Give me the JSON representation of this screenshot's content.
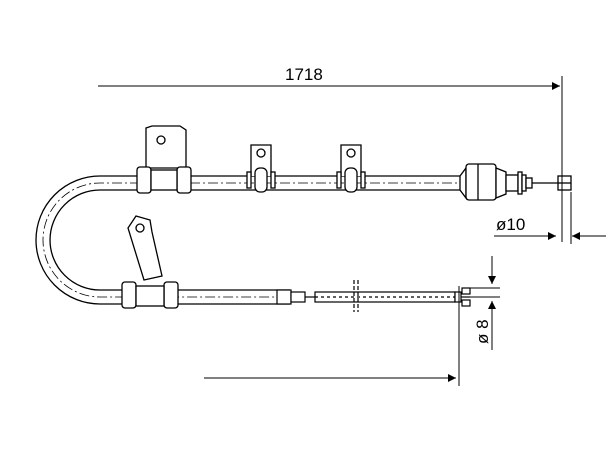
{
  "drawing": {
    "overall_length_label": "1718",
    "end_fitting_diameter_label": "ø10",
    "nipple_diameter_label": "ø 8",
    "colors": {
      "line": "#000000",
      "background": "#ffffff"
    }
  }
}
